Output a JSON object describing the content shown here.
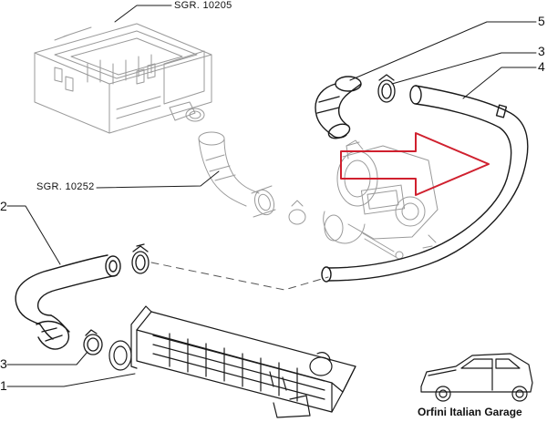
{
  "callouts": {
    "sgr_top": "SGR. 10205",
    "sgr_mid": "SGR. 10252",
    "n5": "5",
    "n3_right": "3",
    "n4": "4",
    "n2": "2",
    "n3_left": "3",
    "n1": "1"
  },
  "brand": {
    "text": "Orfini Italian Garage"
  },
  "colors": {
    "line": "#1a1a1a",
    "arrow": "#d0202e",
    "faint": "#9a9a9a"
  }
}
